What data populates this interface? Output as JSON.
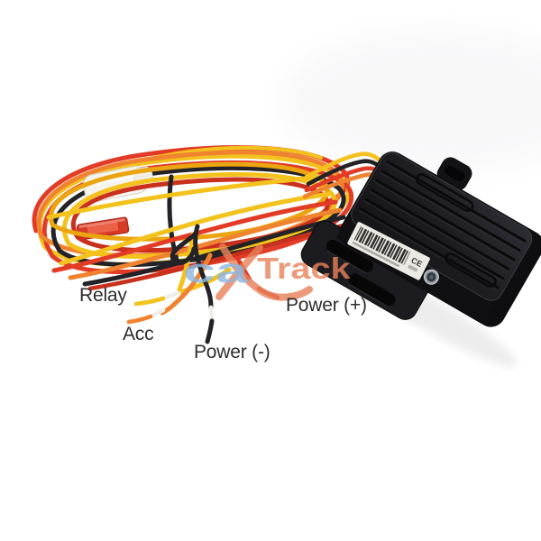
{
  "wire_labels": {
    "relay": "Relay",
    "acc": "Acc",
    "power_negative": "Power (-)",
    "power_positive": "Power (+)"
  },
  "watermark": {
    "prefix": "ca",
    "suffix": "Track"
  },
  "device": {
    "ce_mark": "CE"
  },
  "colors": {
    "background": "#ffffff",
    "label_text": "#2e2e2e",
    "watermark_blue": "#8db7e2",
    "watermark_orange": "#e8825a",
    "wire_yellow": "#f3c21d",
    "wire_gold": "#eaa511",
    "wire_orange": "#ef8330",
    "wire_red": "#e23b26",
    "wire_dark_red": "#c9301d",
    "wire_black": "#232327",
    "wire_tip_white": "#f1efe9",
    "fuse_red": "#d73a25",
    "fuse_holder_white": "#f6f4ee",
    "device_black": "#1b1b1f"
  }
}
